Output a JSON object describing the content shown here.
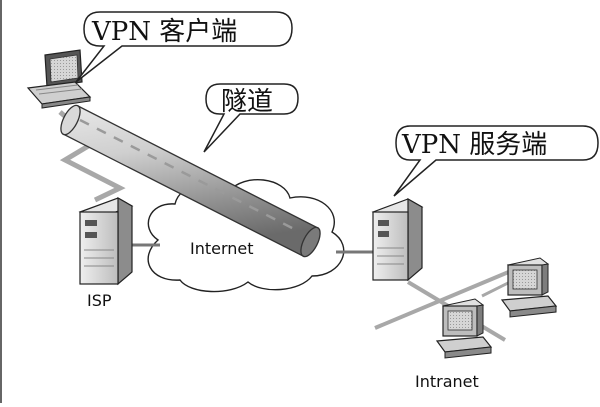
{
  "labels": {
    "vpn_client": "VPN 客户端",
    "tunnel": "隧道",
    "vpn_server": "VPN 服务端",
    "internet": "Internet",
    "isp": "ISP",
    "intranet": "Intranet"
  },
  "icons": {
    "client": "laptop-icon",
    "isp": "server-tower-icon",
    "server": "server-tower-icon",
    "intranet_pc_1": "desktop-computer-icon",
    "intranet_pc_2": "desktop-computer-icon",
    "network": "cloud-icon"
  }
}
